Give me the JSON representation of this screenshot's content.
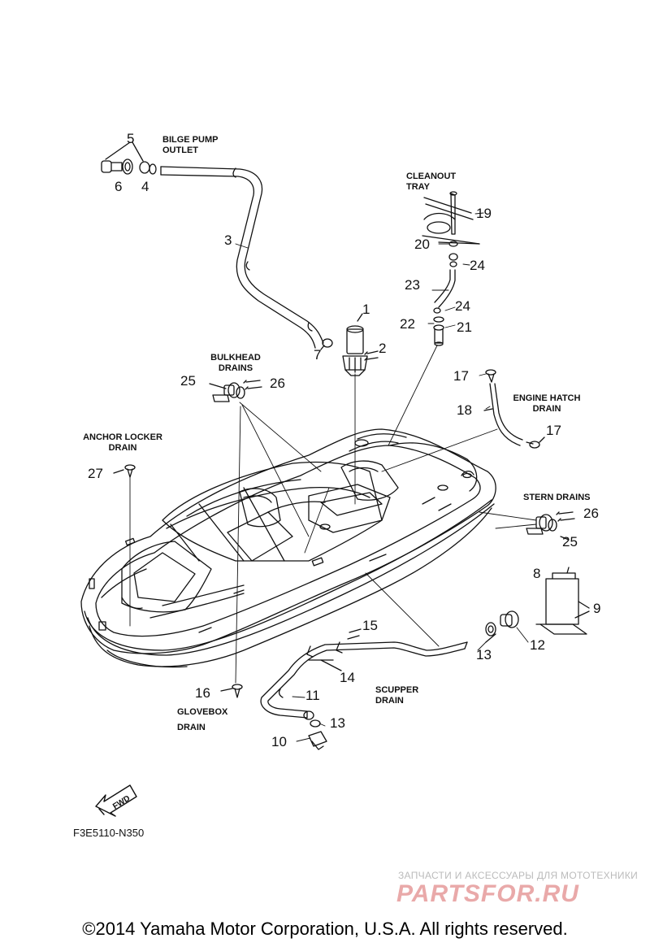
{
  "labels": {
    "bilge_pump_outlet": [
      "BILGE PUMP",
      "OUTLET"
    ],
    "cleanout_tray": [
      "CLEANOUT",
      "TRAY"
    ],
    "bulkhead_drains": [
      "BULKHEAD",
      "DRAINS"
    ],
    "engine_hatch_drain": [
      "ENGINE HATCH",
      "DRAIN"
    ],
    "anchor_locker_drain": [
      "ANCHOR LOCKER",
      "DRAIN"
    ],
    "stern_drains": "STERN DRAINS",
    "scupper_drain": [
      "SCUPPER",
      "DRAIN"
    ],
    "glovebox_drain": [
      "GLOVEBOX",
      "DRAIN"
    ]
  },
  "parts": {
    "p1": "1",
    "p2": "2",
    "p3": "3",
    "p4": "4",
    "p5": "5",
    "p6": "6",
    "p7": "7",
    "p8": "8",
    "p9": "9",
    "p10": "10",
    "p11": "11",
    "p12": "12",
    "p13a": "13",
    "p13b": "13",
    "p14": "14",
    "p15": "15",
    "p16": "16",
    "p17a": "17",
    "p17b": "17",
    "p18": "18",
    "p19": "19",
    "p20": "20",
    "p21": "21",
    "p22": "22",
    "p23": "23",
    "p24a": "24",
    "p24b": "24",
    "p25a": "25",
    "p25b": "25",
    "p26a": "26",
    "p26b": "26",
    "p27": "27"
  },
  "fwd_arrow": "FWD",
  "diagram_code": "F3E5110-N350",
  "watermark": {
    "tagline": "ЗАПЧАСТИ И АКСЕССУАРЫ ДЛЯ МОТОТЕХНИКИ",
    "logo": "PARTSFOR.RU"
  },
  "copyright": "©2014 Yamaha Motor Corporation, U.S.A. All rights reserved."
}
